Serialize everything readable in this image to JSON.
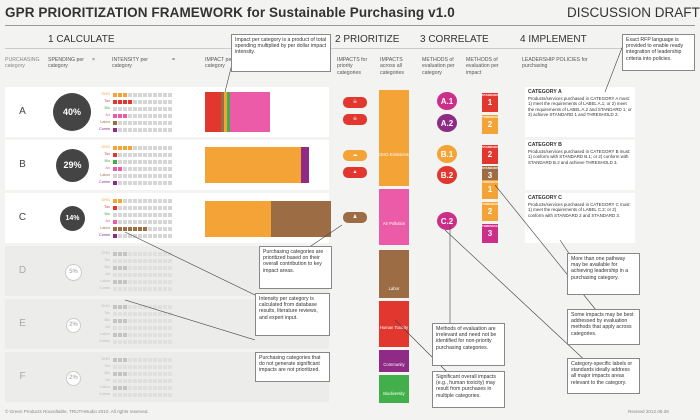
{
  "title": "GPR PRIORITIZATION FRAMEWORK for Sustainable Purchasing v1.0",
  "status": "DISCUSSION DRAFT",
  "sections": [
    {
      "label": "1 CALCULATE"
    },
    {
      "label": "2 PRIORITIZE"
    },
    {
      "label": "3 CORRELATE"
    },
    {
      "label": "4 IMPLEMENT"
    }
  ],
  "column_headers": {
    "category": "PURCHASING category",
    "spending": "SPENDING per category",
    "times": "×",
    "intensity": "INTENSITY per category",
    "equals": "=",
    "impact": "IMPACT per category",
    "impacts_priority": "IMPACTS for priority categories",
    "impacts_across": "IMPACTS across all categories",
    "methods_category": "METHODS of evaluation per category",
    "methods_impact": "METHODS of evaluation per impact",
    "policies": "LEADERSHIP POLICIES for purchasing"
  },
  "rows": [
    {
      "label": "A",
      "spending": "40%",
      "active": true
    },
    {
      "label": "B",
      "spending": "29%",
      "active": true
    },
    {
      "label": "C",
      "spending": "14%",
      "active": true
    },
    {
      "label": "D",
      "spending": "5%",
      "active": false
    },
    {
      "label": "E",
      "spending": "2%",
      "active": false
    },
    {
      "label": "F",
      "spending": "2%",
      "active": false
    }
  ],
  "intensity_labels": [
    "GHG",
    "Tox",
    "Bio",
    "Air",
    "Labor",
    "Comm"
  ],
  "impact_column": [
    {
      "label": "GHG Emissions",
      "color": "#f4a336"
    },
    {
      "label": "Air Pollution",
      "color": "#ec5ba7"
    },
    {
      "label": "Labor",
      "color": "#9c6c44"
    },
    {
      "label": "Human Toxicity",
      "color": "#e2372e"
    },
    {
      "label": "Community",
      "color": "#8f2b86"
    },
    {
      "label": "Biodiversity",
      "color": "#42b04a"
    }
  ],
  "methods": {
    "labels_a": [
      "A.1",
      "A.2"
    ],
    "labels_b": [
      "B.1",
      "B.2"
    ],
    "labels_c": [
      "C.2"
    ],
    "standards": [
      "1",
      "2",
      "3"
    ],
    "standard_tag": "STANDARD",
    "threshold_tag": "THRESHOLD"
  },
  "notes": {
    "impact": "Impact per category is a product of total spending multiplied by per dollar impact intensity.",
    "prioritized": "Purchasing categories are prioritized based on their overall contribution to key impact areas.",
    "intensity": "Intensity per category is calculated from database results, literature reviews, and expert input.",
    "notsignificant": "Purchasing categories that do not generate significant impacts are not prioritized.",
    "irrelevant": "Methods of evaluation are irrelevant and need not be identified for non-priority purchasing categories.",
    "significant": "Significant overall impacts (e.g., human toxicity) may result from purchases in multiple categories.",
    "rfp": "Exact RFP language is provided to enable ready integration of leadership criteria into policies.",
    "pathway": "More than one pathway may be available for achieving leadership in a purchasing category.",
    "bestaddressed": "Some impacts may be best addressed by evaluation methods that apply across categories.",
    "specific": "Category-specific labels or standards ideally address all major impacts areas relevant to the category."
  },
  "policies": [
    {
      "title": "CATEGORY A",
      "body": "Products/services purchased in CATEGORY A must: 1) meet the requirements of LABEL A.1; or 2) meet the requirements of LABEL A.2 and STANDARD 1; or 3) achieve STANDARD 1 and THRESHOLD 2."
    },
    {
      "title": "CATEGORY B",
      "body": "Products/services purchased in CATEGORY B must: 1) conform with STANDARD B.1; or 2) conform with STANDARD B.2 and achieve THRESHOLD 3."
    },
    {
      "title": "CATEGORY C",
      "body": "Products/services purchased in CATEGORY C must: 1) meet the requirements of LABEL C.2; or 2) conform with STANDARD 2 and STANDARD 3."
    }
  ],
  "footer_left": "© Green Products Roundtable, TRUTHstudio 2010. All rights reserved.",
  "footer_right": "Revised 2012.08.28",
  "colors": {
    "ghg": "#f4a336",
    "tox": "#e2372e",
    "bio": "#42b04a",
    "air": "#ec5ba7",
    "labor": "#9c6c44",
    "comm": "#8f2b86",
    "circle": "#444444"
  }
}
